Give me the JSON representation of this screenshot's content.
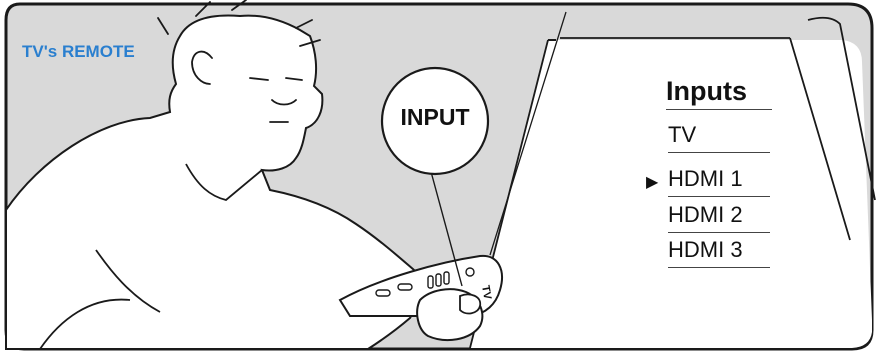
{
  "remote_label": "TV's REMOTE",
  "input_button_label": "INPUT",
  "menu": {
    "title": "Inputs",
    "items": [
      "TV",
      "HDMI 1",
      "HDMI 2",
      "HDMI 3"
    ],
    "selected_index": 1,
    "selected_marker": "▶"
  },
  "remote_button_text": "TV",
  "colors": {
    "background_gray": "#d9d9d9",
    "remote_label_blue": "#2a7fcf",
    "outline": "#1a1a1a"
  }
}
